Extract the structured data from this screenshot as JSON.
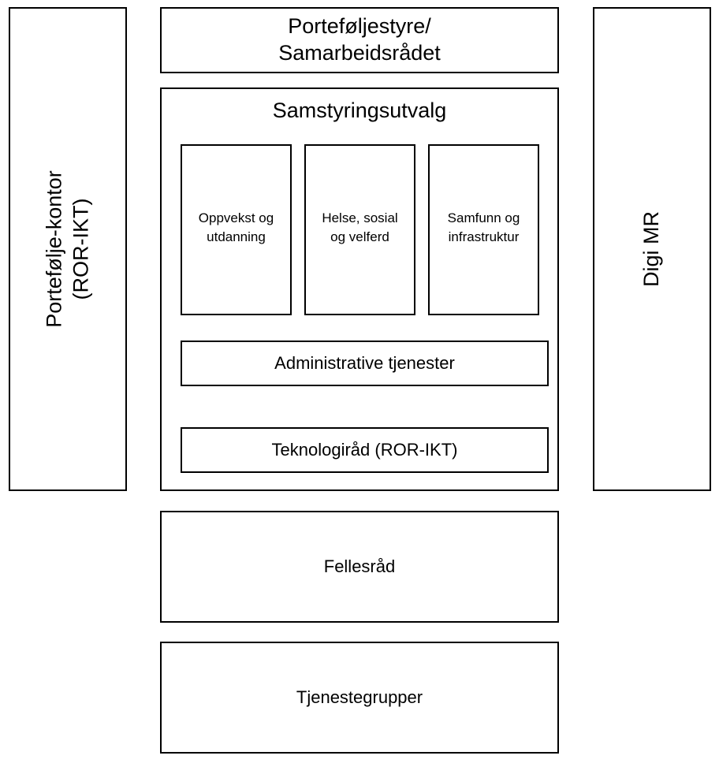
{
  "diagram": {
    "portfolio_office": "Portefølje-kontor\n(ROR-IKT)",
    "digi_mr": "Digi MR",
    "portfolio_board": "Porteføljestyre/\nSamarbeidsrådet",
    "coordination_committee": {
      "title": "Samstyringsutvalg",
      "sectors": [
        "Oppvekst og\nutdanning",
        "Helse, sosial\nog velferd",
        "Samfunn og\ninfrastruktur"
      ],
      "administrative_services": "Administrative tjenester",
      "technology_council": "Teknologiråd (ROR-IKT)"
    },
    "joint_council": "Fellesråd",
    "service_groups": "Tjenestegrupper"
  }
}
